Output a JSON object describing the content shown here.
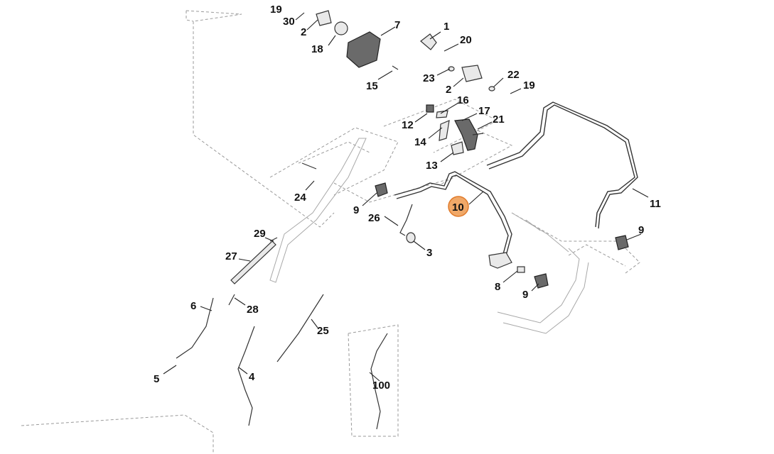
{
  "highlight_color": "#f0a868",
  "highlight_stroke": "#e07a2a",
  "callouts": {
    "c1": "1",
    "c2a": "2",
    "c2b": "2",
    "c3": "3",
    "c4": "4",
    "c5": "5",
    "c6": "6",
    "c7": "7",
    "c8": "8",
    "c9a": "9",
    "c9b": "9",
    "c9c": "9",
    "c10": "10",
    "c11": "11",
    "c12": "12",
    "c13": "13",
    "c14": "14",
    "c15": "15",
    "c16": "16",
    "c17": "17",
    "c18": "18",
    "c19a": "19",
    "c19b": "19",
    "c20": "20",
    "c21": "21",
    "c22": "22",
    "c23": "23",
    "c24": "24",
    "c25": "25",
    "c26": "26",
    "c27": "27",
    "c28": "28",
    "c29": "29",
    "c30": "30",
    "c100": "100"
  }
}
